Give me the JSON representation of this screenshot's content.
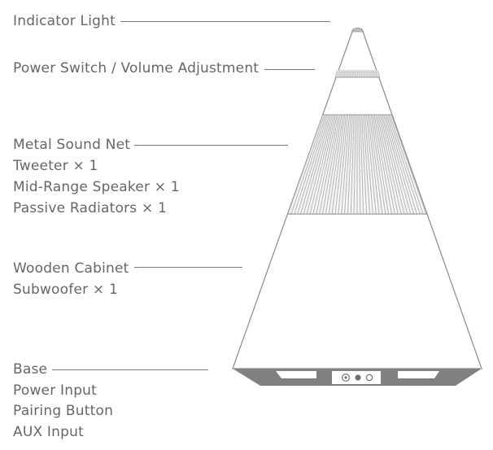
{
  "labels": {
    "indicator_light": "Indicator Light",
    "power_switch": "Power Switch / Volume Adjustment",
    "metal_sound_net": "Metal Sound Net",
    "tweeter": "Tweeter × 1",
    "mid_range": "Mid-Range Speaker × 1",
    "passive_radiators": "Passive Radiators × 1",
    "wooden_cabinet": "Wooden Cabinet",
    "subwoofer": "Subwoofer × 1",
    "base": "Base",
    "power_input": "Power Input",
    "pairing_button": "Pairing Button",
    "aux_input": "AUX Input"
  },
  "colors": {
    "text": "#666666",
    "line": "#7a7a7a",
    "base": "#808080",
    "grille": "#b3b3b3"
  }
}
